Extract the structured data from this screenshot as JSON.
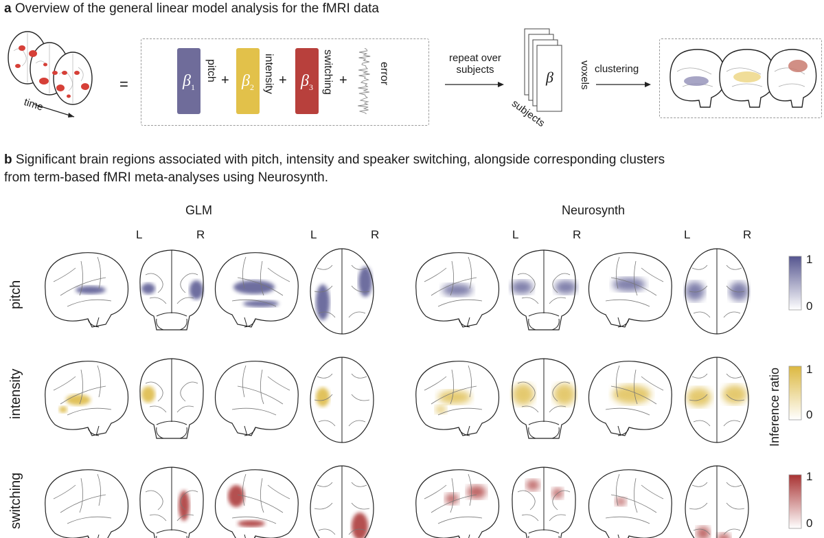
{
  "panel_a": {
    "letter": "a",
    "title": "Overview of the general linear model analysis for the fMRI data",
    "time_label": "time",
    "equals": "=",
    "plus": "+",
    "betas": [
      {
        "symbol": "β",
        "sub": "1",
        "label": "pitch",
        "color": "#6f6c9a"
      },
      {
        "symbol": "β",
        "sub": "2",
        "label": "intensity",
        "color": "#e2c14a"
      },
      {
        "symbol": "β",
        "sub": "3",
        "label": "switching",
        "color": "#b8403c"
      }
    ],
    "error_label": "error",
    "repeat_label_1": "repeat over",
    "repeat_label_2": "subjects",
    "stack_symbol": "β",
    "voxels_label": "voxels",
    "subjects_label": "subjects",
    "clustering_label": "clustering"
  },
  "panel_b": {
    "letter": "b",
    "title_line1": "Significant brain regions associated with pitch, intensity and speaker switching, alongside corresponding clusters",
    "title_line2": "from term-based fMRI meta-analyses using Neurosynth.",
    "glm_label": "GLM",
    "neurosynth_label": "Neurosynth",
    "left_label": "L",
    "right_label": "R",
    "rows": [
      "pitch",
      "intensity",
      "switching"
    ],
    "colorbar_label": "Inference ratio",
    "colorbars": [
      {
        "max": "1",
        "min": "0",
        "color": "#55558f"
      },
      {
        "max": "1",
        "min": "0",
        "color": "#dcb840"
      },
      {
        "max": "1",
        "min": "0",
        "color": "#a83232"
      }
    ]
  }
}
